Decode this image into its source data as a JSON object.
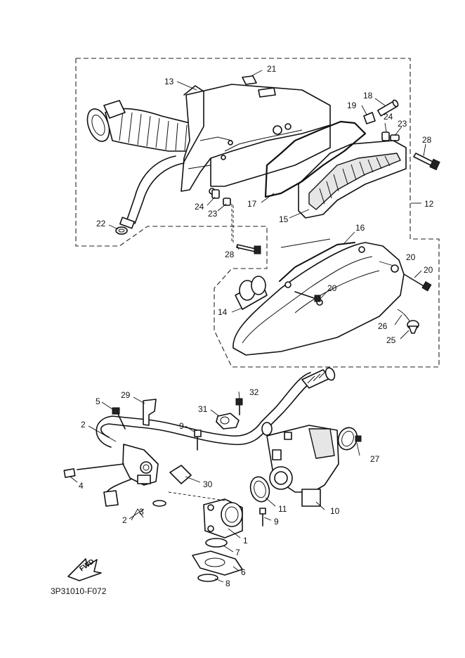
{
  "diagram_code": "3P31010-F072",
  "fwd_label": "FWD",
  "callouts": {
    "c1": "1",
    "c2a": "2",
    "c2b": "2",
    "c3": "3",
    "c4": "4",
    "c5": "5",
    "c6": "6",
    "c7": "7",
    "c8": "8",
    "c9a": "9",
    "c9b": "9",
    "c10": "10",
    "c11": "11",
    "c12": "12",
    "c13": "13",
    "c14": "14",
    "c15": "15",
    "c16": "16",
    "c17": "17",
    "c18": "18",
    "c19": "19",
    "c20a": "20",
    "c20b": "20",
    "c20c": "20",
    "c21": "21",
    "c22": "22",
    "c23a": "23",
    "c23b": "23",
    "c24a": "24",
    "c24b": "24",
    "c25": "25",
    "c26": "26",
    "c27": "27",
    "c28a": "28",
    "c28b": "28",
    "c29": "29",
    "c30": "30",
    "c31": "31",
    "c32": "32"
  }
}
